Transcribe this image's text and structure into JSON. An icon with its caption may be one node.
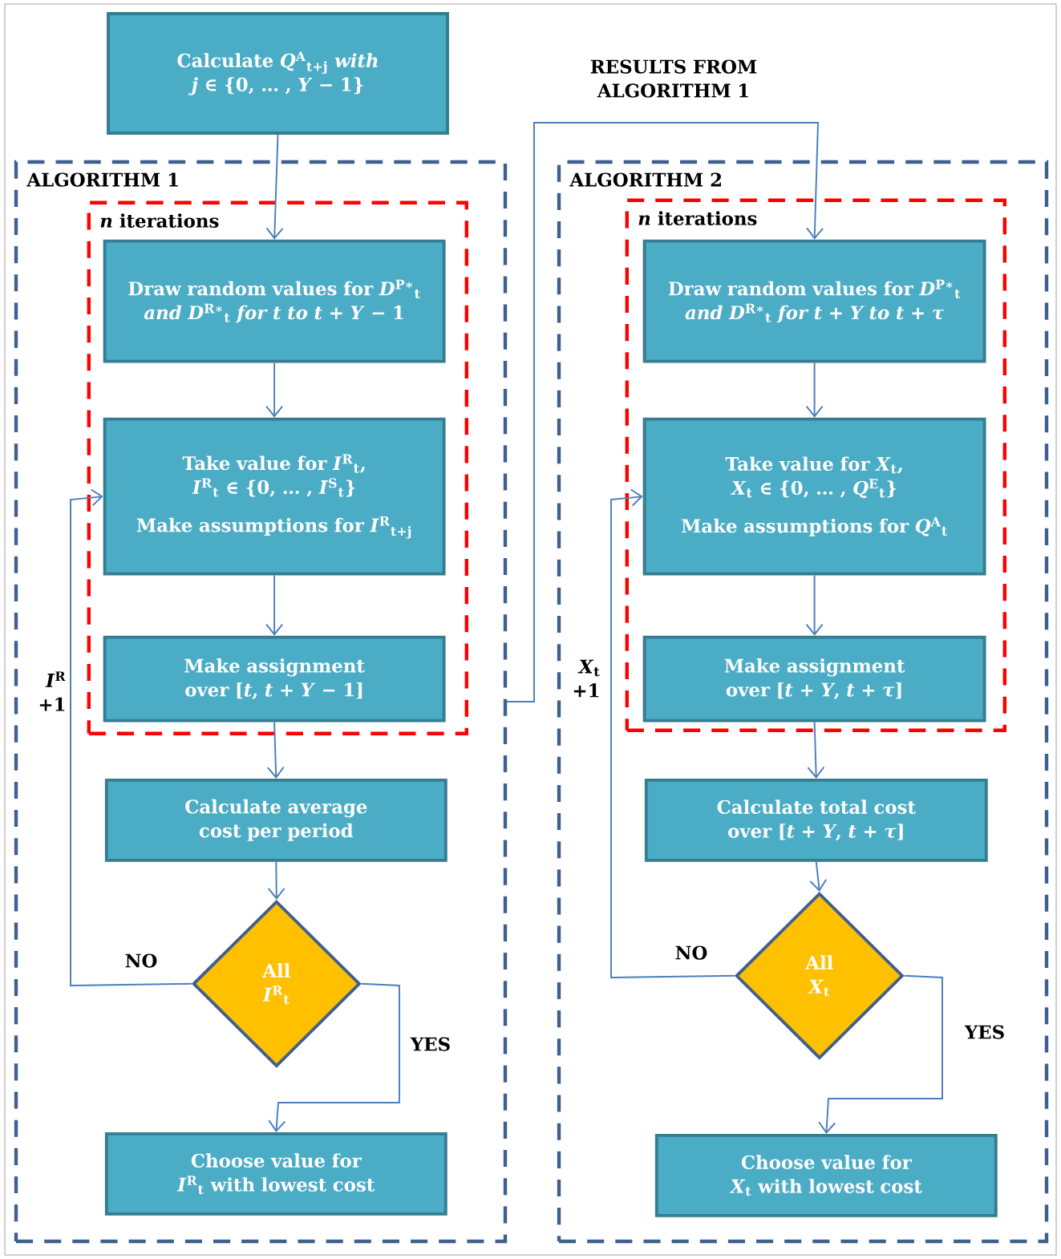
{
  "diagram": {
    "nodes": [
      {
        "text": [
          "Calculate *Q*$^{A}$$_{t+j}$ *with j* ∈ {0, … , *Y* − 1}"
        ]
      },
      {
        "text": [
          "ALGORITHM 1"
        ]
      },
      {
        "text": [
          "*n* iterations"
        ],
        "in": 1
      },
      {
        "text": [
          "Draw random values for *D*$^{P∗}$$_{t}$ *and D*$^{R∗}$$_{t}$ *for t to t* + *Y* − 1"
        ],
        "in": 2
      },
      {
        "text": [
          "Take value for *I*$^{R}$$_{t}$, *I*$^{R}$$_{t}$ ∈ {0, … , *I*$^{S}$$_{t}$}",
          "Make assumptions for *I*$^{R}$$_{t+j}$"
        ],
        "in": 2
      },
      {
        "text": [
          "Make assignment over [*t*, *t* + *Y* − 1]"
        ],
        "in": 2
      },
      {
        "text": [
          "Calculate average cost per period"
        ],
        "in": 1
      },
      {
        "text": [
          "All *I*$^{R}$$_{t}$"
        ],
        "in": 1
      },
      {
        "text": [
          "Choose value for *I*$^{R}$$_{t}$ with lowest cost"
        ],
        "in": 1
      },
      {
        "text": [
          "ALGORITHM 2"
        ]
      },
      {
        "text": [
          "*n* iterations"
        ],
        "in": 9
      },
      {
        "text": [
          "Draw random values for *D*$^{P∗}$$_{t}$ *and D*$^{R∗}$$_{t}$ *for t* + *Y to t* + *τ*"
        ],
        "in": 10
      },
      {
        "text": [
          "Take value for *X*$_{t}$, *X*$_{t}$ ∈ {0, … , *Q*$^{E}$$_{t}$}",
          "Make assumptions for *Q*$^{A}$$_{t}$"
        ],
        "in": 10
      },
      {
        "text": [
          "Make assignment over [*t* + *Y*, *t* + *τ*]"
        ],
        "in": 10
      },
      {
        "text": [
          "Calculate total cost over [*t* + *Y*, *t* + *τ*]"
        ],
        "in": 9
      },
      {
        "text": [
          "All *X*$_{t}$"
        ],
        "in": 9
      },
      {
        "text": [
          "Choose value for *X*$_{t}$ with lowest cost"
        ],
        "in": 9
      }
    ],
    "edges": [
      {
        "from": 0,
        "to": 3,
        "arrow": "to"
      },
      {
        "from": 3,
        "to": 4,
        "arrow": "to"
      },
      {
        "from": 4,
        "to": 5,
        "arrow": "to"
      },
      {
        "from": 5,
        "to": 6,
        "arrow": "to"
      },
      {
        "from": 6,
        "to": 7,
        "arrow": "to"
      },
      {
        "from": 7,
        "to": 4,
        "arrow": "to",
        "label": "NO"
      },
      {
        "from": 7,
        "to": 8,
        "arrow": "to",
        "label": "YES"
      },
      {
        "from": 1,
        "to": 11,
        "arrow": "to",
        "label": "RESULTS FROM ALGORITHM 1"
      },
      {
        "from": 11,
        "to": 12,
        "arrow": "to"
      },
      {
        "from": 12,
        "to": 13,
        "arrow": "to"
      },
      {
        "from": 13,
        "to": 14,
        "arrow": "to"
      },
      {
        "from": 14,
        "to": 15,
        "arrow": "to"
      },
      {
        "from": 15,
        "to": 12,
        "arrow": "to",
        "label": "NO"
      },
      {
        "from": 15,
        "to": 16,
        "arrow": "to",
        "label": "YES"
      }
    ],
    "labels": [
      "*I*$^{R}$ +1",
      "*X*$_{t}$ +1"
    ]
  }
}
